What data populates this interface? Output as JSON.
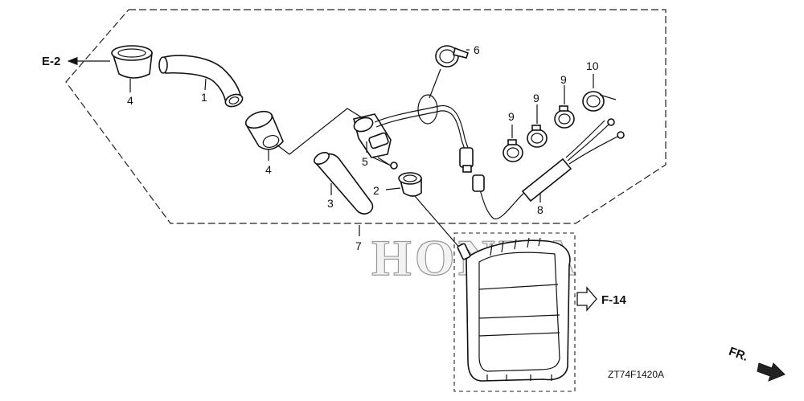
{
  "watermark": "HONDA",
  "diagram_code": "ZT74F1420A",
  "refs": {
    "e2": "E-2",
    "f14": "F-14",
    "fr": "FR."
  },
  "callouts": {
    "c1": "1",
    "c2": "2",
    "c3": "3",
    "c4a": "4",
    "c4b": "4",
    "c5": "5",
    "c6": "6",
    "c7": "7",
    "c8": "8",
    "c9a": "9",
    "c9b": "9",
    "c9c": "9",
    "c10": "10"
  }
}
